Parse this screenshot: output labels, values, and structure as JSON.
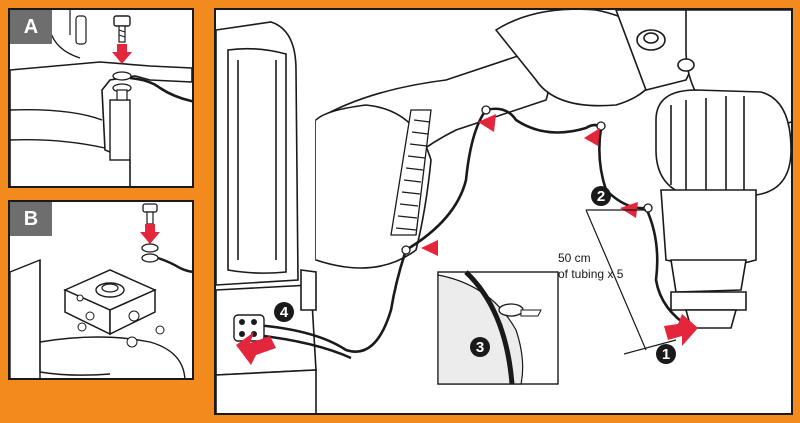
{
  "panels": {
    "a": {
      "tag": "A"
    },
    "b": {
      "tag": "B"
    }
  },
  "callouts": {
    "one": "1",
    "two": "2",
    "three": "3",
    "four": "4"
  },
  "dimension": {
    "line1": "50 cm",
    "line2": "of tubing x 5"
  },
  "colors": {
    "frame": "#F28A1E",
    "arrow": "#E3263B",
    "tag_bg": "#6E6E6E",
    "line": "#1A1A1A"
  },
  "icons": {
    "arrow": "red-insertion-arrow",
    "marker": "red-triangle-marker",
    "clip": "tubing-clip"
  }
}
